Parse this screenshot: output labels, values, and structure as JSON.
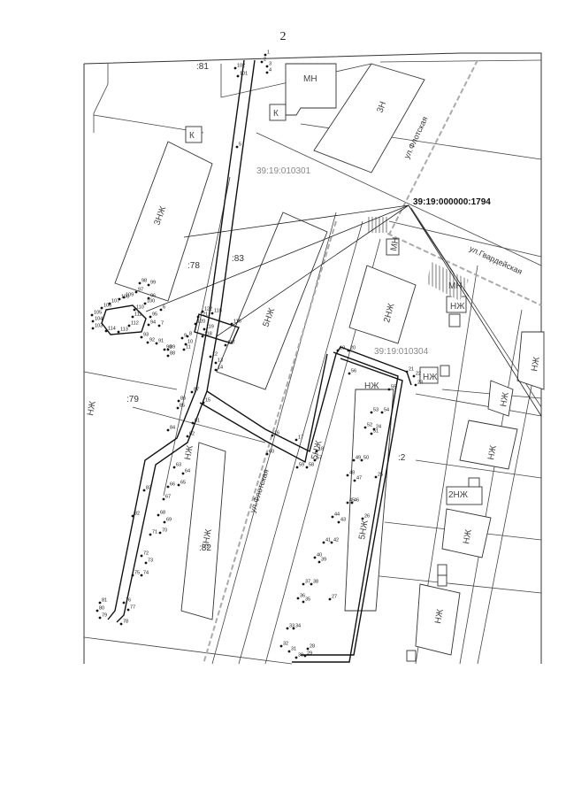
{
  "page_number": "2",
  "cadastral_number": "39:19:000000:1794",
  "quarters": {
    "q1": "39:19:010301",
    "q2": "39:19:010304"
  },
  "parcels": {
    "p81": ":81",
    "p78": ":78",
    "p83": ":83",
    "p79": ":79",
    "p82": ":82",
    "p2": ":2"
  },
  "streets": {
    "flotskaya_top": "ул.Флотская",
    "flotskaya_mid": "ул.Флотская",
    "gvardeyskaya": "ул.Гвардейская"
  },
  "buildings": {
    "b1": "МН",
    "b2": "3Н",
    "b3": "К",
    "b4": "К",
    "b5": "3НЖ",
    "b6": "5НЖ",
    "b7": "МН",
    "b8": "МН",
    "b9": "2НЖ",
    "b10": "НЖ",
    "b11": "НЖ",
    "b12": "НЖ",
    "b13": "5НЖ",
    "b14": "5НЖ",
    "b15": "НЖ",
    "b16": "2НЖ",
    "b17": "НЖ",
    "b18": "НЖ",
    "b19": "НЖ",
    "b20": "НЖ",
    "b21": "5НЖ",
    "b22": "НЖ",
    "b23": "НЖ"
  },
  "points": [
    "1",
    "2",
    "3",
    "4",
    "5",
    "6",
    "7",
    "8",
    "9",
    "10",
    "11",
    "12",
    "13",
    "14",
    "15",
    "16",
    "17",
    "18",
    "19",
    "20",
    "21",
    "22",
    "23",
    "24",
    "25",
    "26",
    "27",
    "28",
    "29",
    "30",
    "31",
    "32",
    "33",
    "34",
    "35",
    "36",
    "37",
    "38",
    "39",
    "40",
    "41",
    "42",
    "43",
    "44",
    "45",
    "46",
    "47",
    "48",
    "49",
    "50",
    "51",
    "52",
    "53",
    "54",
    "55",
    "56",
    "57",
    "58",
    "59",
    "60",
    "61",
    "62",
    "63",
    "64",
    "65",
    "66",
    "67",
    "68",
    "69",
    "70",
    "71",
    "72",
    "73",
    "74",
    "75",
    "76",
    "77",
    "78",
    "79",
    "80",
    "81",
    "82",
    "83",
    "84",
    "85",
    "86",
    "87",
    "88",
    "89",
    "90",
    "91",
    "92",
    "93",
    "94",
    "95",
    "96",
    "97",
    "98",
    "99",
    "100",
    "101",
    "102",
    "103",
    "104",
    "105",
    "106",
    "107",
    "108",
    "109",
    "110",
    "111",
    "112",
    "113",
    "114",
    "115",
    "116",
    "117",
    "118",
    "119",
    "120",
    "121",
    "122"
  ]
}
